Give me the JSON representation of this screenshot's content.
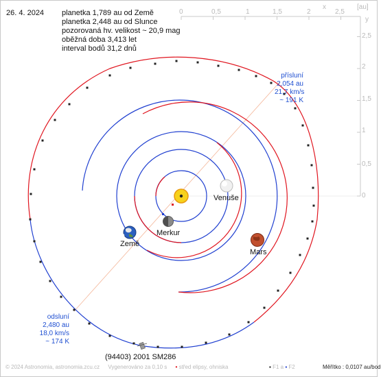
{
  "date": "26. 4. 2024",
  "info_lines": [
    "planetka 1,789 au od Země",
    "planetka 2,448 au od Slunce",
    "pozorovaná hv. velikost ~ 20,9 mag",
    "oběžná doba 3,413 let",
    "interval bodů 31,2 dnů"
  ],
  "axes": {
    "x_unit_label": "x",
    "unit": "[au]",
    "y_label": "y",
    "x_ticks": [
      "0",
      "0,5",
      "1",
      "1,5",
      "2",
      "2,5"
    ],
    "y_ticks": [
      "2,5",
      "2",
      "1,5",
      "1",
      "0,5",
      "0"
    ]
  },
  "bodies": {
    "venus": "Venuše",
    "earth": "Země",
    "mercury": "Merkur",
    "mars": "Mars",
    "asteroid": "(94403) 2001 SM286"
  },
  "perihelion": {
    "title": "přísluní",
    "distance": "2,054 au",
    "speed": "21,7 km/s",
    "temp": "~ 191 K"
  },
  "aphelion": {
    "title": "odsluní",
    "distance": "2,480 au",
    "speed": "18,0 km/s",
    "temp": "~ 174 K"
  },
  "footer": {
    "copyright": "© 2024 Astronomia, astronomia.zcu.cz",
    "generated": "Vygenerováno za 0,10 s",
    "center_legend": "střed elipsy, ohniska",
    "f1": "F1 a",
    "f2": "F2",
    "scale": "Měřítko : 0,0107 au/bod"
  },
  "colors": {
    "orbit_blue": "#1f3fd0",
    "orbit_red": "#e0141e",
    "apsis_line": "#f4b79a",
    "axis": "#c8c8c8",
    "sun": "#f7d21c",
    "mars": "#c1502e"
  },
  "icons": {
    "sun": "sun-icon",
    "venus": "venus-icon",
    "earth": "earth-icon",
    "mercury": "mercury-icon",
    "mars": "mars-icon",
    "asteroid": "asteroid-icon"
  }
}
